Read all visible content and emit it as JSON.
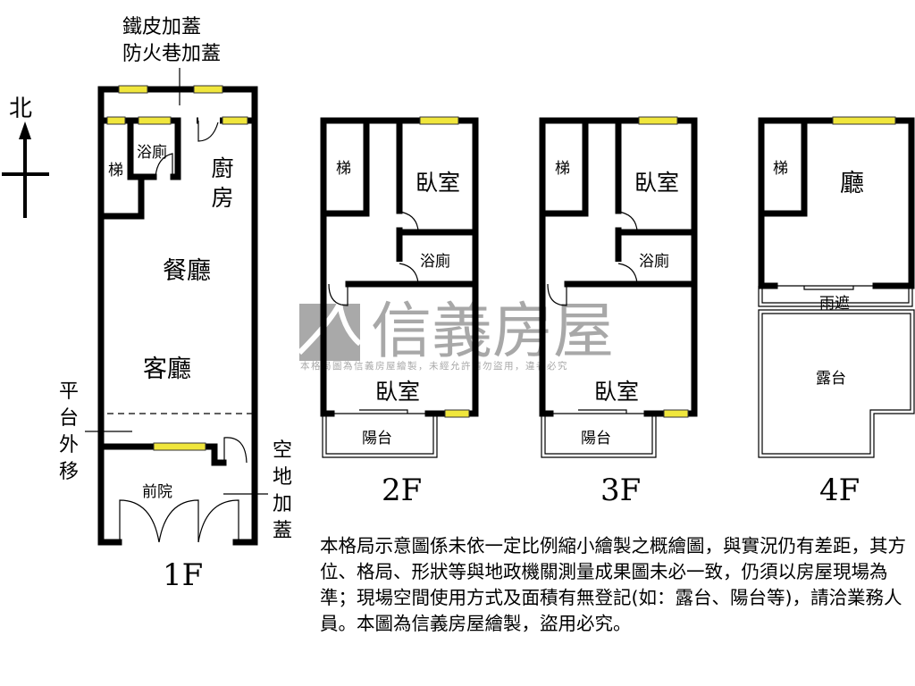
{
  "compass": {
    "north_label": "北"
  },
  "floor_1": {
    "label": "1F",
    "annotations": {
      "top": [
        "鐵皮加蓋",
        "防火巷加蓋"
      ],
      "left": "平台外移",
      "right": "空地加蓋"
    },
    "rooms": {
      "stairs": "梯",
      "bath": "浴廁",
      "kitchen": "廚房",
      "dining": "餐廳",
      "living": "客廳",
      "front_yard": "前院"
    }
  },
  "floor_2": {
    "label": "2F",
    "rooms": {
      "stairs": "梯",
      "bedroom_1": "臥室",
      "bath": "浴廁",
      "bedroom_2": "臥室",
      "balcony": "陽台"
    }
  },
  "floor_3": {
    "label": "3F",
    "rooms": {
      "stairs": "梯",
      "bedroom_1": "臥室",
      "bath": "浴廁",
      "bedroom_2": "臥室",
      "balcony": "陽台"
    }
  },
  "floor_4": {
    "label": "4F",
    "rooms": {
      "stairs": "梯",
      "hall": "廳",
      "canopy": "雨遮",
      "terrace": "露台"
    }
  },
  "watermark": {
    "brand": "信義房屋",
    "notice": "本格局圖為信義房屋繪製，未經允許請勿盜用，違者必究"
  },
  "disclaimer": "本格局示意圖係未依一定比例縮小繪製之概繪圖，與實況仍有差距，其方位、格局、形狀等與地政機關測量成果圖未必一致，仍須以房屋現場為準；現場空間使用方式及面積有無登記(如：露台、陽台等)，請洽業務人員。本圖為信義房屋繪製，盜用必究。",
  "colors": {
    "window": "#f0e63c",
    "wall": "#000000",
    "watermark": "#9a9a9a"
  }
}
